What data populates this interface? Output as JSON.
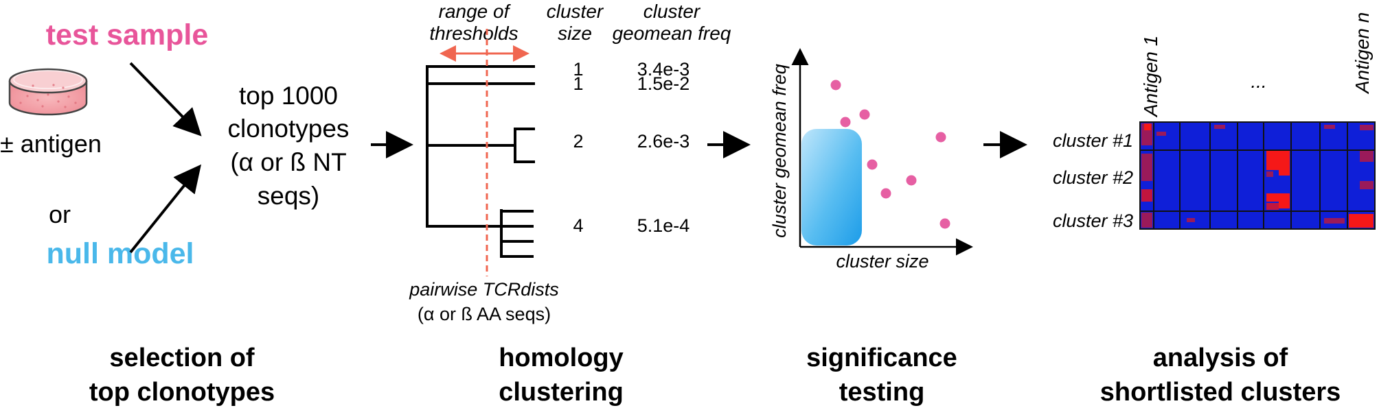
{
  "colors": {
    "pink": "#e8559a",
    "blue": "#4ab8ea",
    "arrow_orange": "#f06650",
    "heat_blue": "#0f1fd8",
    "heat_red": "#f51818",
    "heat_purple": "#9a1a5a",
    "dot_pink": "#e65fa3",
    "region_blue": "#3bb0ef",
    "dish_pink": "#f4a6ad"
  },
  "panel1": {
    "test_sample": "test sample",
    "antigen": "± antigen",
    "or": "or",
    "null_model": "null model",
    "top_line1": "top 1000",
    "top_line2": "clonotypes",
    "top_line3": "(α or ß NT",
    "top_line4": "seqs)",
    "footer_line1": "selection of",
    "footer_line2": "top clonotypes"
  },
  "panel2": {
    "range_line1": "range of",
    "range_line2": "thresholds",
    "size_header1": "cluster",
    "size_header2": "size",
    "freq_header1": "cluster",
    "freq_header2": "geomean freq",
    "rows": [
      {
        "size": "1",
        "freq": "3.4e-3"
      },
      {
        "size": "1",
        "freq": "1.5e-2"
      },
      {
        "size": "2",
        "freq": "2.6e-3"
      },
      {
        "size": "4",
        "freq": "5.1e-4"
      }
    ],
    "pairwise_line1": "pairwise TCRdists",
    "pairwise_line2": "(α or ß AA seqs)",
    "footer_line1": "homology",
    "footer_line2": "clustering"
  },
  "panel3": {
    "ylabel": "cluster geomean freq",
    "xlabel": "cluster size",
    "footer_line1": "significance",
    "footer_line2": "testing"
  },
  "panel4": {
    "col_first": "Antigen 1",
    "col_dots": "...",
    "col_last": "Antigen n",
    "rows": [
      "cluster #1",
      "cluster #2",
      "cluster #3"
    ],
    "footer_line1": "analysis of",
    "footer_line2": "shortlisted clusters"
  }
}
